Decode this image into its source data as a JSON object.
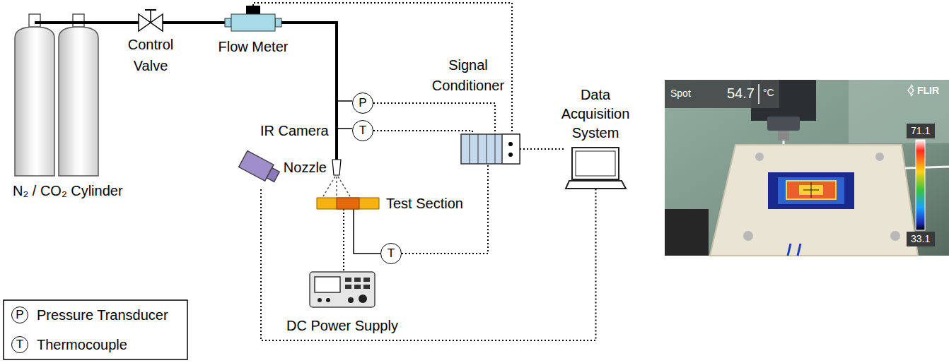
{
  "diagram": {
    "nodes": [
      {
        "text": [
          "N₂ / CO₂ Cylinder"
        ]
      },
      {
        "text": [
          "Control Valve"
        ]
      },
      {
        "text": [
          "Flow Meter"
        ]
      },
      {
        "text": [
          "P"
        ]
      },
      {
        "text": [
          "T"
        ]
      },
      {
        "text": [
          "Signal Conditioner"
        ]
      },
      {
        "text": [
          "Data Acquisition System"
        ]
      },
      {
        "text": [
          "IR Camera"
        ]
      },
      {
        "text": [
          "Nozzle"
        ]
      },
      {
        "text": [
          "Test Section"
        ]
      },
      {
        "text": [
          "T"
        ]
      },
      {
        "text": [
          "DC Power Supply"
        ]
      }
    ],
    "edges": [
      {
        "from": 0,
        "to": 1,
        "arrow": "none"
      },
      {
        "from": 1,
        "to": 2,
        "arrow": "none"
      },
      {
        "from": 2,
        "to": 8,
        "arrow": "none"
      },
      {
        "from": 2,
        "to": 5,
        "arrow": "none"
      },
      {
        "from": 3,
        "to": 5,
        "arrow": "none"
      },
      {
        "from": 4,
        "to": 5,
        "arrow": "none"
      },
      {
        "from": 5,
        "to": 6,
        "arrow": "none"
      },
      {
        "from": 9,
        "to": 10,
        "arrow": "none"
      },
      {
        "from": 10,
        "to": 5,
        "arrow": "none"
      },
      {
        "from": 9,
        "to": 11,
        "arrow": "none"
      },
      {
        "from": 7,
        "to": 6,
        "arrow": "none"
      }
    ],
    "labels": [
      "P",
      "T",
      "Spot",
      "54.7",
      "°C",
      "FLIR",
      "71.1",
      "33.1"
    ],
    "legend": [
      {
        "text": "Pressure Transducer"
      },
      {
        "text": "Thermocouple"
      }
    ]
  }
}
